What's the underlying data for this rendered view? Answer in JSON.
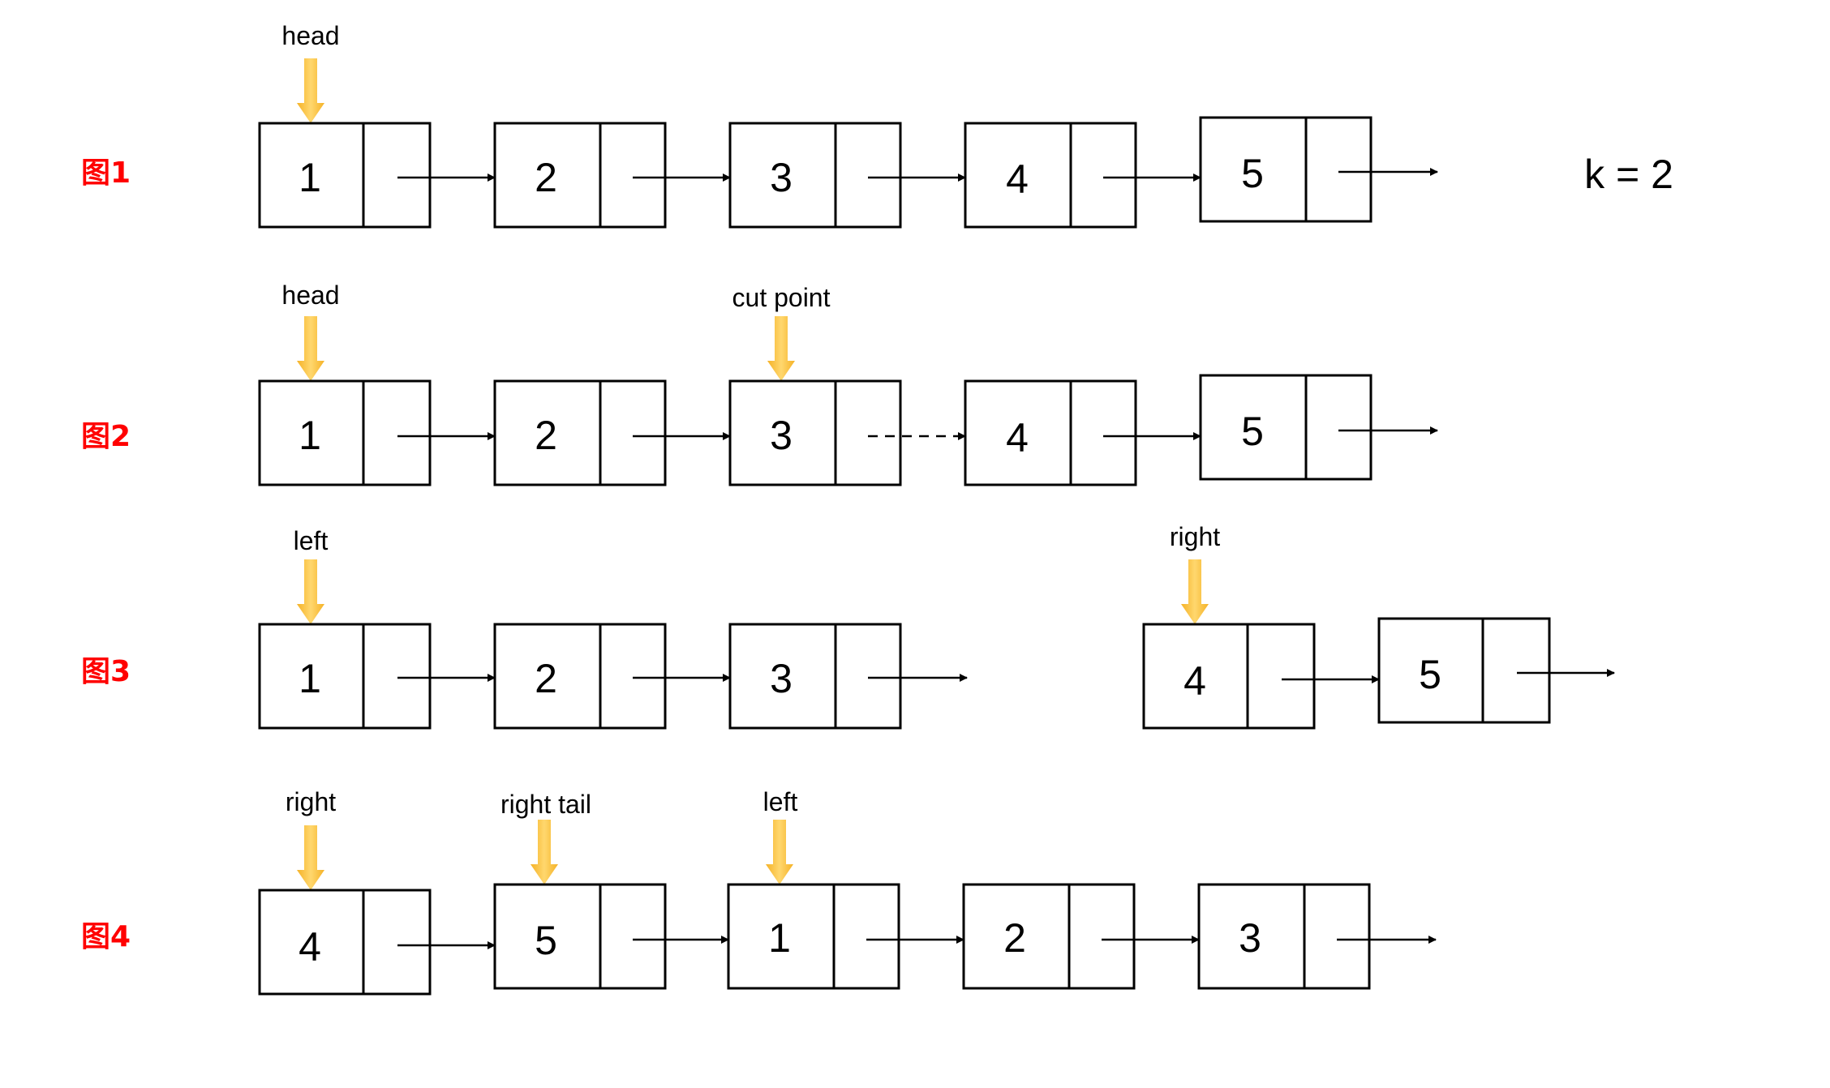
{
  "figures": [
    {
      "label": "图1",
      "nodes": [
        "1",
        "2",
        "3",
        "4",
        "5"
      ],
      "pointers": [
        {
          "label": "head",
          "node": 0
        }
      ],
      "note": "k = 2"
    },
    {
      "label": "图2",
      "nodes": [
        "1",
        "2",
        "3",
        "4",
        "5"
      ],
      "pointers": [
        {
          "label": "head",
          "node": 0
        },
        {
          "label": "cut point",
          "node": 2
        }
      ],
      "dashed_link_after": 2
    },
    {
      "label": "图3",
      "nodes": [
        "1",
        "2",
        "3",
        "4",
        "5"
      ],
      "pointers": [
        {
          "label": "left",
          "node": 0
        },
        {
          "label": "right",
          "node": 3
        }
      ],
      "split_after": 2
    },
    {
      "label": "图4",
      "nodes": [
        "4",
        "5",
        "1",
        "2",
        "3"
      ],
      "pointers": [
        {
          "label": "right",
          "node": 0
        },
        {
          "label": "right tail",
          "node": 1
        },
        {
          "label": "left",
          "node": 2
        }
      ]
    }
  ],
  "colors": {
    "figure_label": "#ff0000",
    "pointer_arrow_light": "#ffd76e",
    "pointer_arrow_dark": "#f5b227",
    "line": "#000000"
  }
}
